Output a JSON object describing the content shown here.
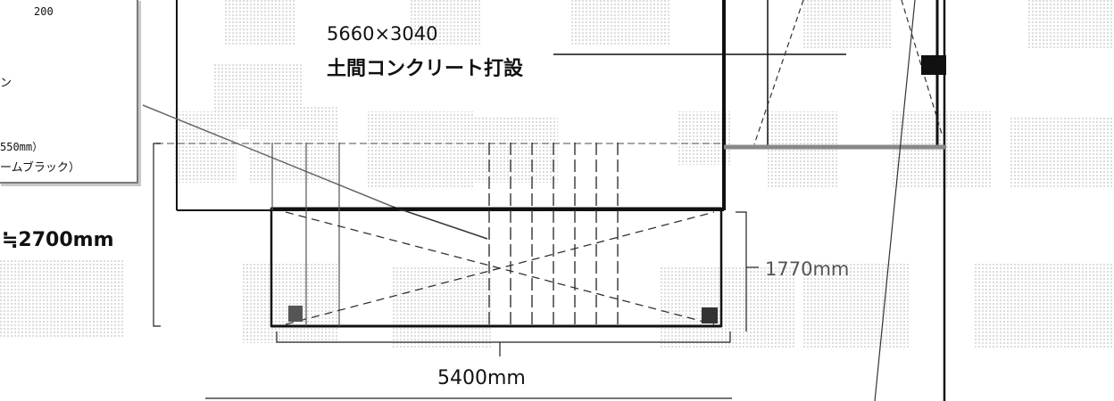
{
  "annotations": {
    "area_dimensions": "5660×3040",
    "floor_work": "土間コンクリート打設",
    "height_dim": "≒2700mm",
    "depth_dim": "1770mm",
    "width_dim": "5400mm"
  },
  "legend_panel": {
    "line1": "200",
    "line2": "ン",
    "line3": "550mm）",
    "line4": "ームブラック）"
  },
  "colors": {
    "line": "#111111",
    "gray_line": "#777777",
    "watermark": "#dcdcdc",
    "post_fill": "#555555"
  }
}
